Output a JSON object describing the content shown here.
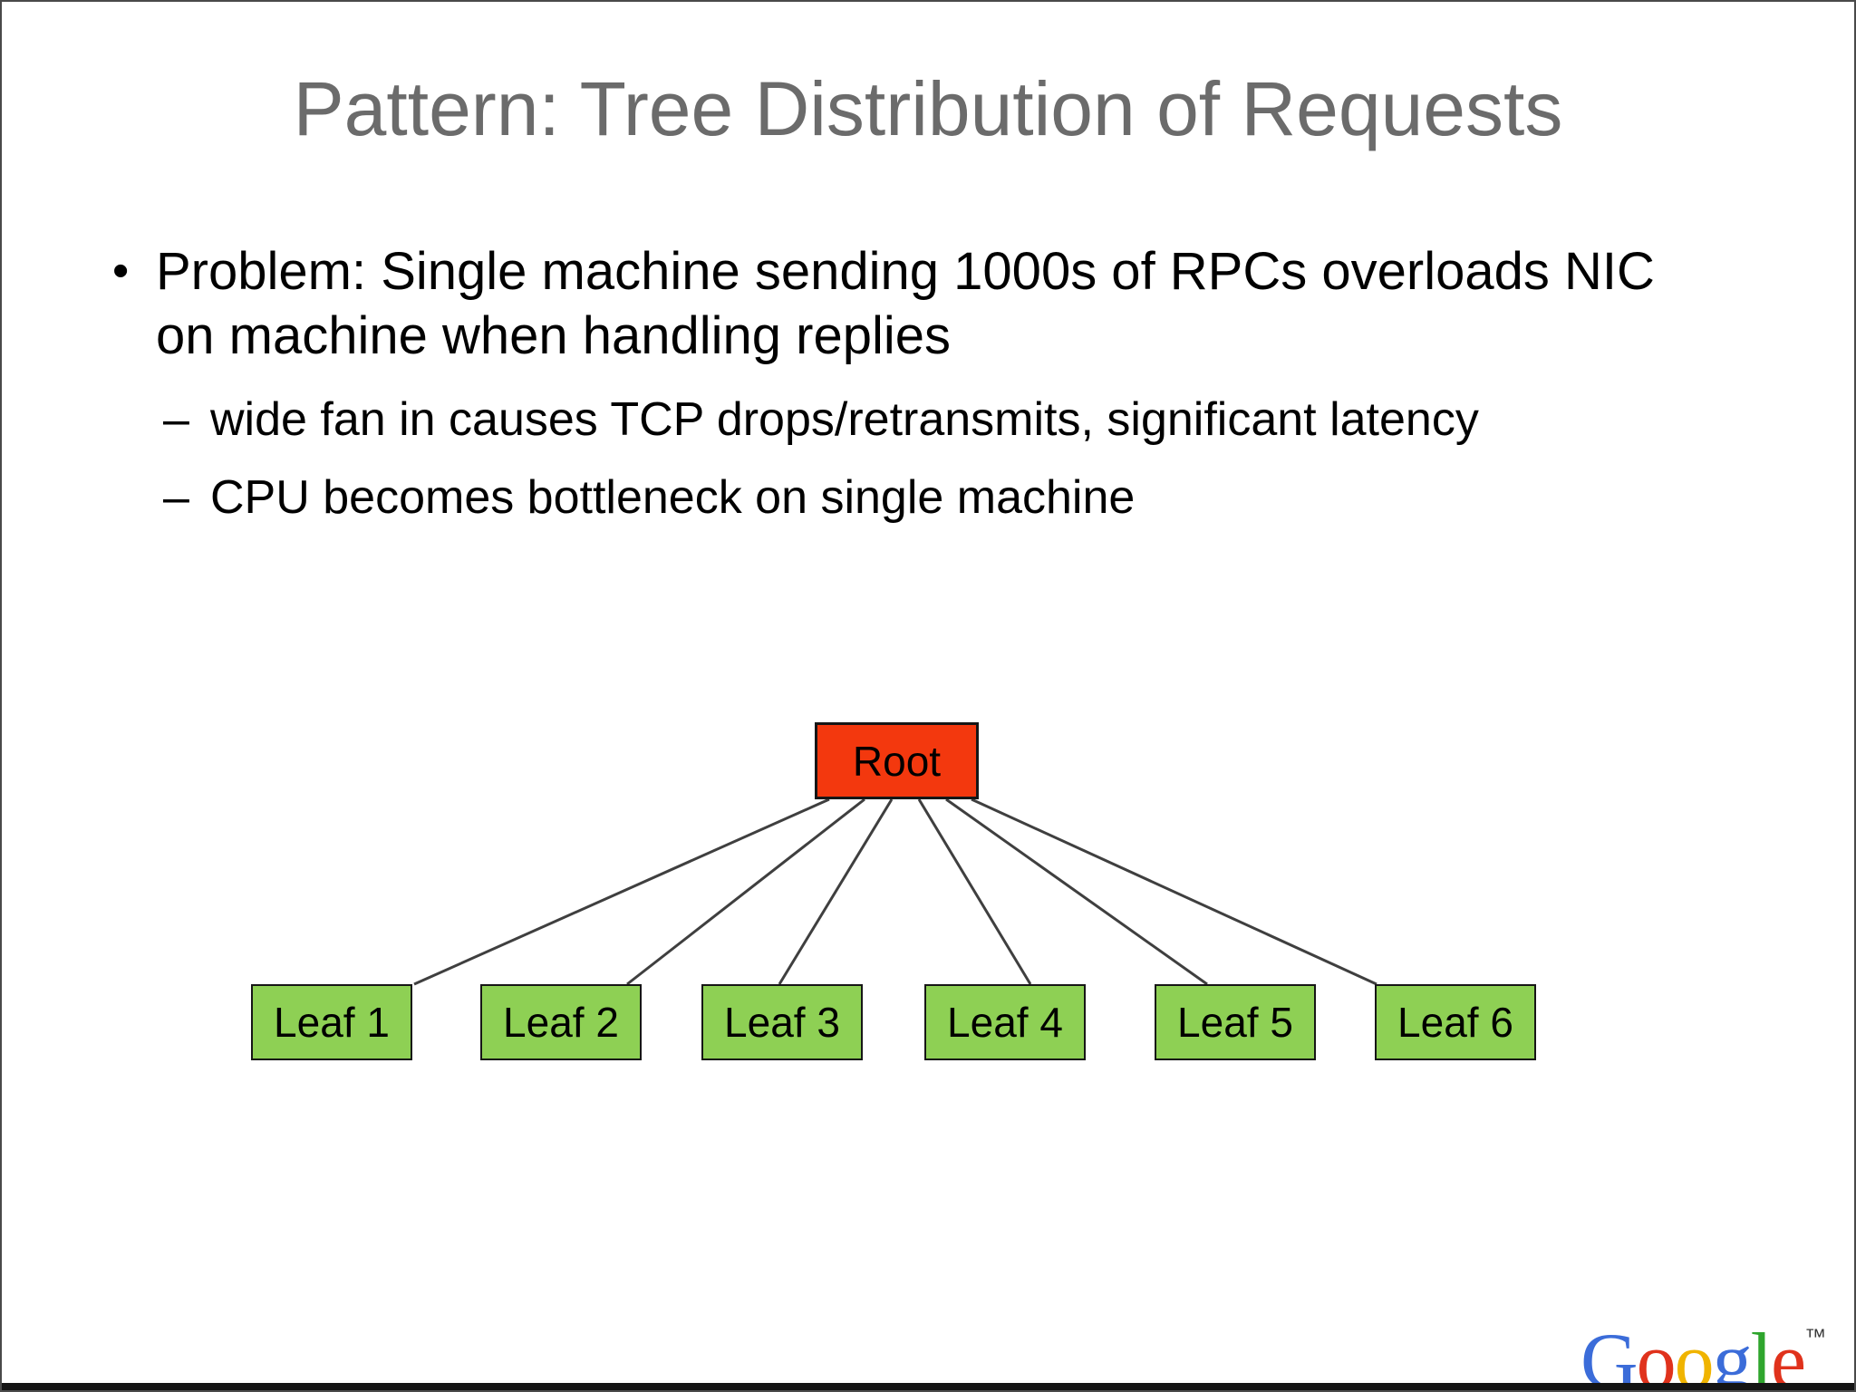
{
  "slide": {
    "title": "Pattern: Tree Distribution of Requests"
  },
  "bullets": [
    {
      "marker": "•",
      "text": "Problem: Single machine sending 1000s of RPCs overloads NIC on machine when handling replies"
    },
    {
      "marker": "–",
      "text": "wide fan in causes TCP drops/retransmits, significant latency"
    },
    {
      "marker": "–",
      "text": "CPU becomes bottleneck on single machine"
    }
  ],
  "diagram": {
    "root": {
      "label": "Root",
      "fill": "#f3380e"
    },
    "leaves": [
      {
        "label": "Leaf 1"
      },
      {
        "label": "Leaf 2"
      },
      {
        "label": "Leaf 3"
      },
      {
        "label": "Leaf 4"
      },
      {
        "label": "Leaf 5"
      },
      {
        "label": "Leaf 6"
      }
    ],
    "leaf_fill": "#8ed054",
    "connector_color": "#3f3f3f"
  },
  "logo": {
    "letters": [
      {
        "char": "G",
        "color": "#3b6cd9"
      },
      {
        "char": "o",
        "color": "#e0321c"
      },
      {
        "char": "o",
        "color": "#f0b400"
      },
      {
        "char": "g",
        "color": "#3b6cd9"
      },
      {
        "char": "l",
        "color": "#2fa52d"
      },
      {
        "char": "e",
        "color": "#e0321c"
      }
    ],
    "trademark": "™"
  }
}
